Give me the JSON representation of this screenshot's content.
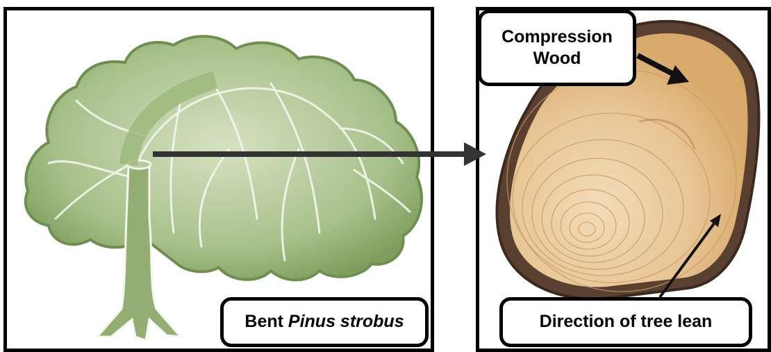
{
  "labels": {
    "species_prefix": "Bent",
    "species_name": "Pinus strobus",
    "compression_line1": "Compression",
    "compression_line2": "Wood",
    "lean": "Direction of tree lean"
  },
  "colors": {
    "foliage": "#8aa86a",
    "foliage_light": "#c9d8b0",
    "wood_light": "#f2d8b0",
    "wood_dark": "#d9b27c",
    "bark": "#4a3528",
    "arrow": "#333333"
  },
  "icons": [
    "tree-illustration",
    "wood-cross-section",
    "arrow"
  ]
}
